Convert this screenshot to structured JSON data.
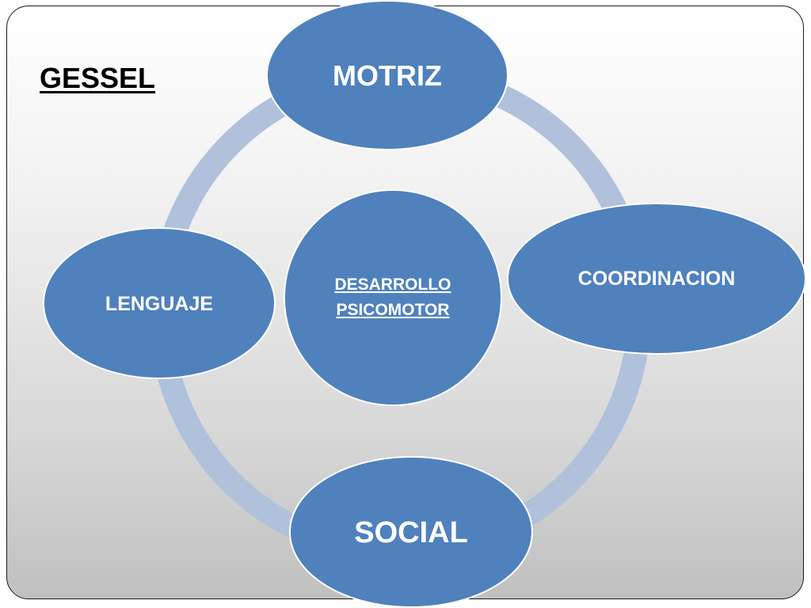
{
  "title": "GESSEL",
  "center": {
    "line1": "DESARROLLO",
    "line2": "PSICOMOTOR"
  },
  "nodes": {
    "top": "MOTRIZ",
    "right": "COORDINACION",
    "bottom": "SOCIAL",
    "left": "LENGUAJE"
  },
  "colors": {
    "node_fill": "#4f81bd",
    "node_stroke": "#ffffff",
    "ring": "#b0c1dc",
    "text": "#ffffff",
    "title": "#000000"
  }
}
